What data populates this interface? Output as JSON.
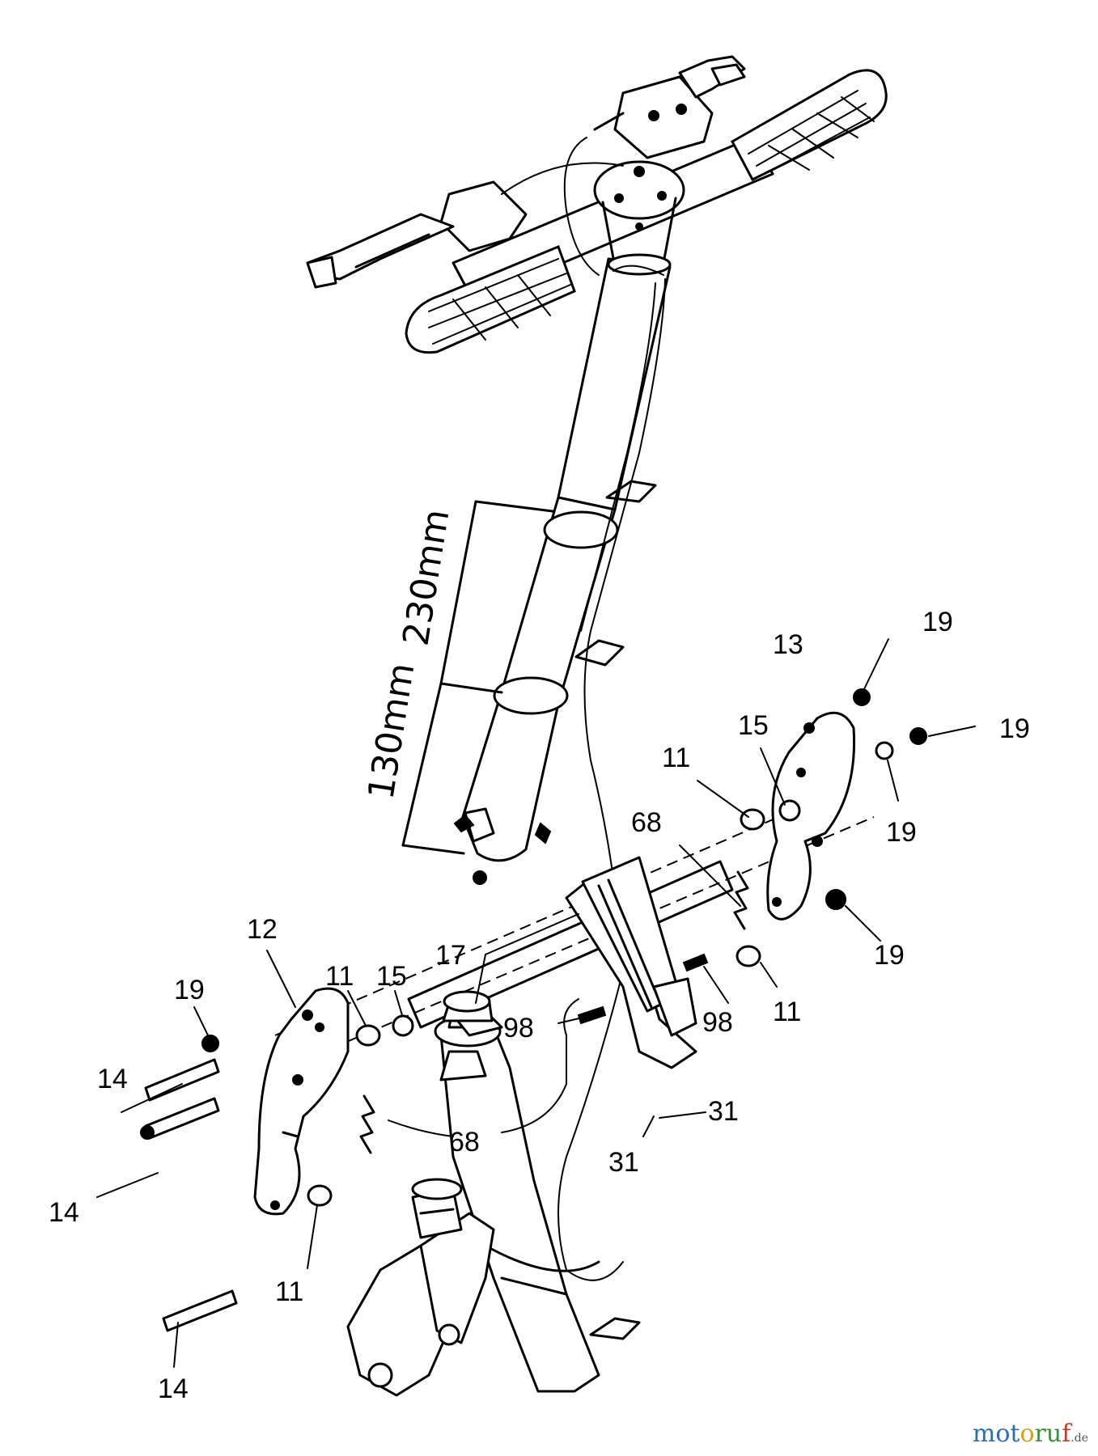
{
  "dimensions": {
    "upper": "230mm",
    "lower": "130mm"
  },
  "labels": {
    "l11a": "11",
    "l11b": "11",
    "l11c": "11",
    "l11d": "11",
    "l12": "12",
    "l13": "13",
    "l14a": "14",
    "l14b": "14",
    "l14c": "14",
    "l15a": "15",
    "l15b": "15",
    "l17": "17",
    "l19a": "19",
    "l19b": "19",
    "l19c": "19",
    "l19d": "19",
    "l19e": "19",
    "l31a": "31",
    "l31b": "31",
    "l68a": "68",
    "l68b": "68",
    "l98a": "98",
    "l98b": "98"
  },
  "watermark": {
    "brand_a": "mot",
    "brand_b": "o",
    "brand_c": "ru",
    "brand_d": "f",
    "tld": ".de"
  }
}
